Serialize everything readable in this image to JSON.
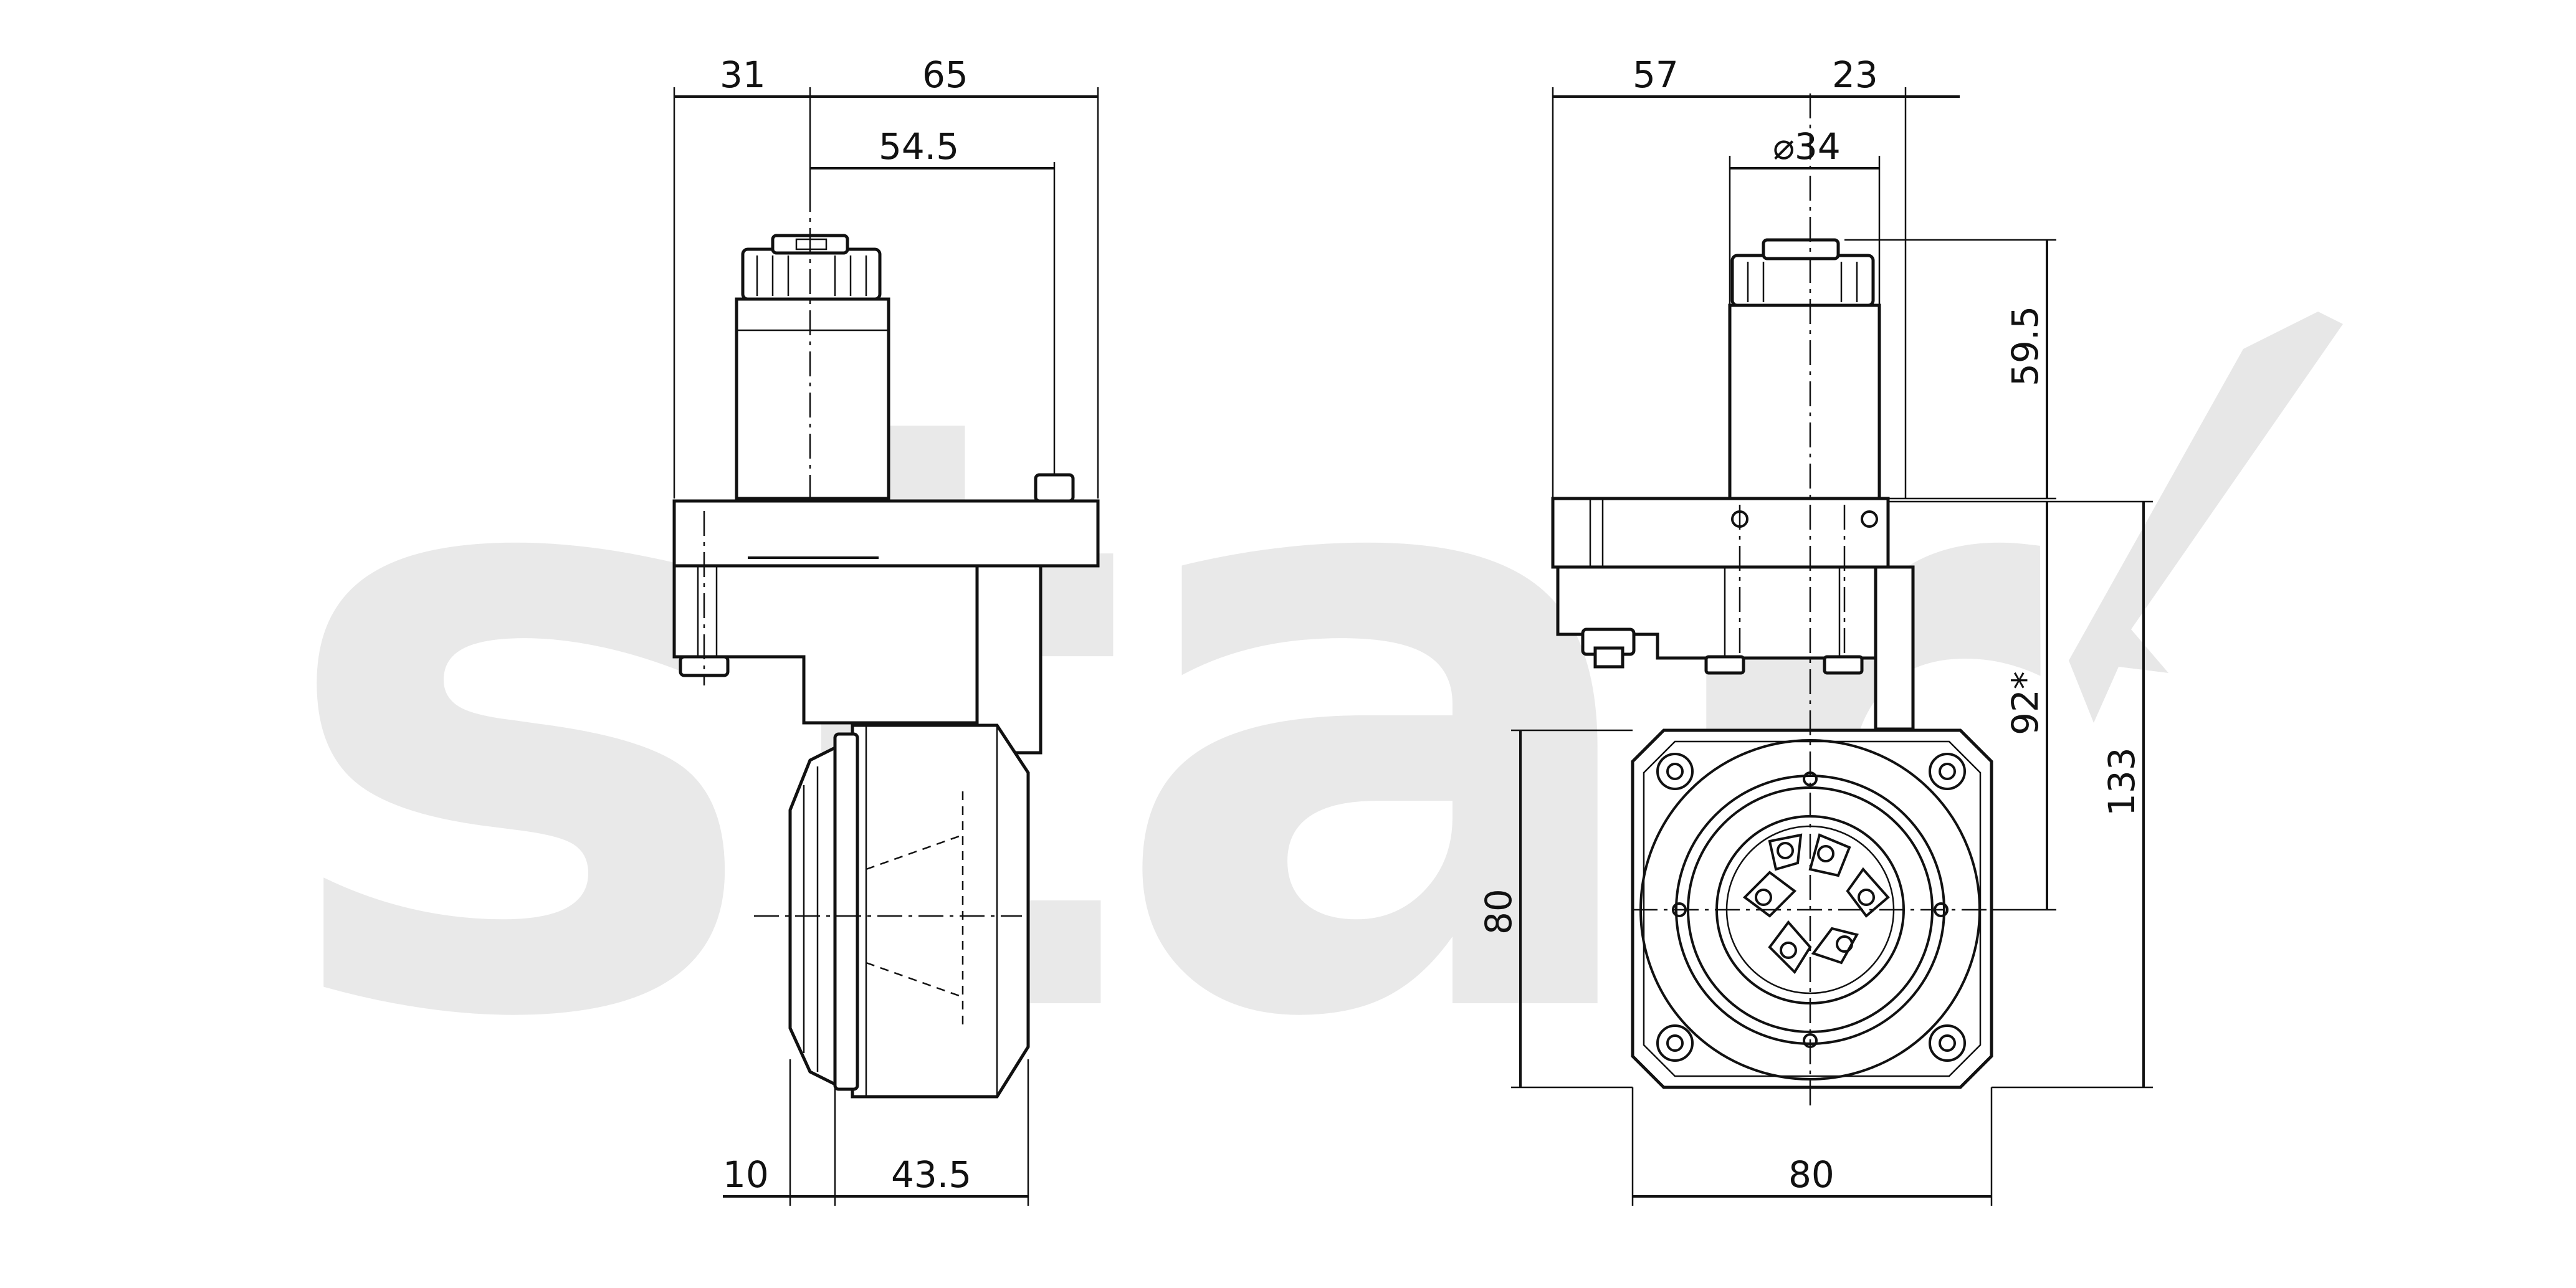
{
  "watermark": {
    "text": "star"
  },
  "dimensions": {
    "left_view": {
      "top_left": "31",
      "top_right": "65",
      "center_to_edge": "54.5",
      "bottom_left": "10",
      "bottom_right": "43.5"
    },
    "right_view": {
      "top_left": "57",
      "top_right": "23",
      "diameter": "⌀34",
      "height_motor": "59.5",
      "height_center": "92*",
      "height_total": "133",
      "face_height": "80",
      "face_width": "80"
    }
  }
}
